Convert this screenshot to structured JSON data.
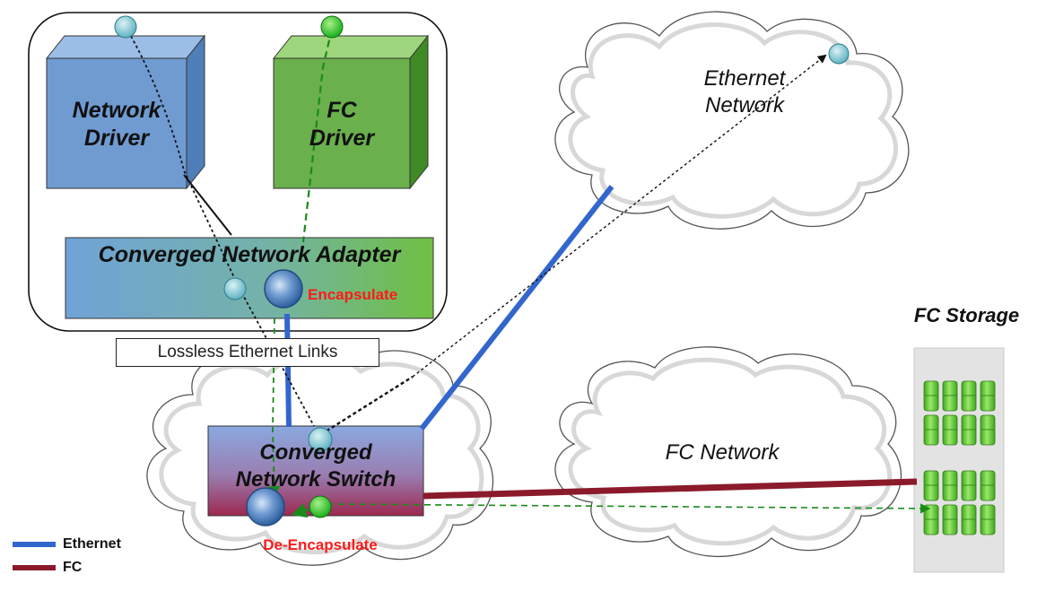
{
  "host": {
    "network_driver": {
      "line1": "Network",
      "line2": "Driver"
    },
    "fc_driver": {
      "line1": "FC",
      "line2": "Driver"
    },
    "adapter": {
      "label": "Converged Network Adapter",
      "encapsulate": "Encapsulate"
    }
  },
  "links_label": "Lossless Ethernet Links",
  "switch": {
    "line1": "Converged",
    "line2": "Network Switch",
    "deencapsulate": "De-Encapsulate"
  },
  "ethernet_network": {
    "line1": "Ethernet",
    "line2": "Network"
  },
  "fc_network": {
    "label": "FC Network"
  },
  "fc_storage": {
    "label": "FC Storage"
  },
  "legend": [
    {
      "label": "Ethernet",
      "color": "#3366cc"
    },
    {
      "label": "FC",
      "color": "#8b1a2b"
    }
  ],
  "colors": {
    "ethernet_link": "#3366cc",
    "fc_link": "#8b1a2b",
    "fc_path": "#1a8a1a",
    "network_box": "#6f9bd1",
    "fc_box": "#6ab04c",
    "storage_disk": "#66cc33"
  }
}
